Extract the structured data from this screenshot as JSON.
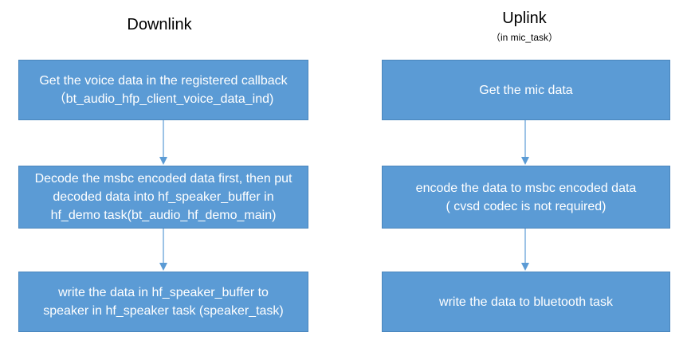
{
  "downlink": {
    "title": "Downlink",
    "steps": [
      {
        "line1": "Get the voice data in the registered callback",
        "line2": "（bt_audio_hfp_client_voice_data_ind)",
        "line3": ""
      },
      {
        "line1": "Decode the msbc encoded data first, then put",
        "line2": "decoded data into hf_speaker_buffer in",
        "line3": "hf_demo task(bt_audio_hf_demo_main)"
      },
      {
        "line1": "write the data in hf_speaker_buffer to",
        "line2": "speaker in hf_speaker task (speaker_task)",
        "line3": ""
      }
    ]
  },
  "uplink": {
    "title": "Uplink",
    "subtitle": "（in mic_task）",
    "steps": [
      {
        "line1": "Get the mic data",
        "line2": "",
        "line3": ""
      },
      {
        "line1": "encode the data to msbc encoded data",
        "line2": "( cvsd codec is not required)",
        "line3": ""
      },
      {
        "line1": "write the data to bluetooth  task",
        "line2": "",
        "line3": ""
      }
    ]
  },
  "colors": {
    "box_fill": "#5b9bd5",
    "box_border": "#4a86bd",
    "arrow": "#5b9bd5",
    "box_text": "#ffffff"
  }
}
